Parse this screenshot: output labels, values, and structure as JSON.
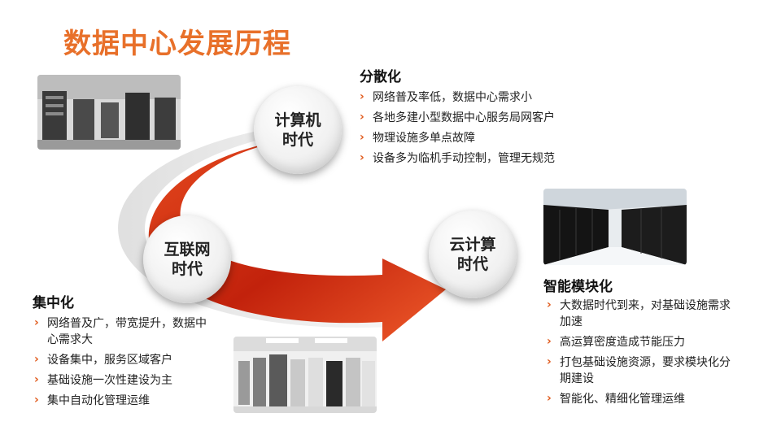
{
  "title": "数据中心发展历程",
  "stages": {
    "computer": {
      "label": "计算机时代"
    },
    "internet": {
      "label": "互联网时代"
    },
    "cloud": {
      "label": "云计算时代"
    }
  },
  "decentralized": {
    "title": "分散化",
    "items": [
      "网络普及率低，数据中心需求小",
      "各地多建小型数据中心服务局网客户",
      "物理设施多单点故障",
      "设备多为临机手动控制，管理无规范"
    ]
  },
  "centralized": {
    "title": "集中化",
    "items": [
      "网络普及广，带宽提升，数据中心需求大",
      "设备集中，服务区域客户",
      "基础设施一次性建设为主",
      "集中自动化管理运维"
    ]
  },
  "modular": {
    "title": "智能模块化",
    "items": [
      "大数据时代到来，对基础设施需求加速",
      "高运算密度造成节能压力",
      "打包基础设施资源，要求模块化分期建设",
      "智能化、精细化管理运维"
    ]
  },
  "colors": {
    "title": "#e8702a",
    "arrow_dark": "#b81e0c",
    "arrow_light": "#f05a28",
    "bullet": "#e05a1c"
  }
}
